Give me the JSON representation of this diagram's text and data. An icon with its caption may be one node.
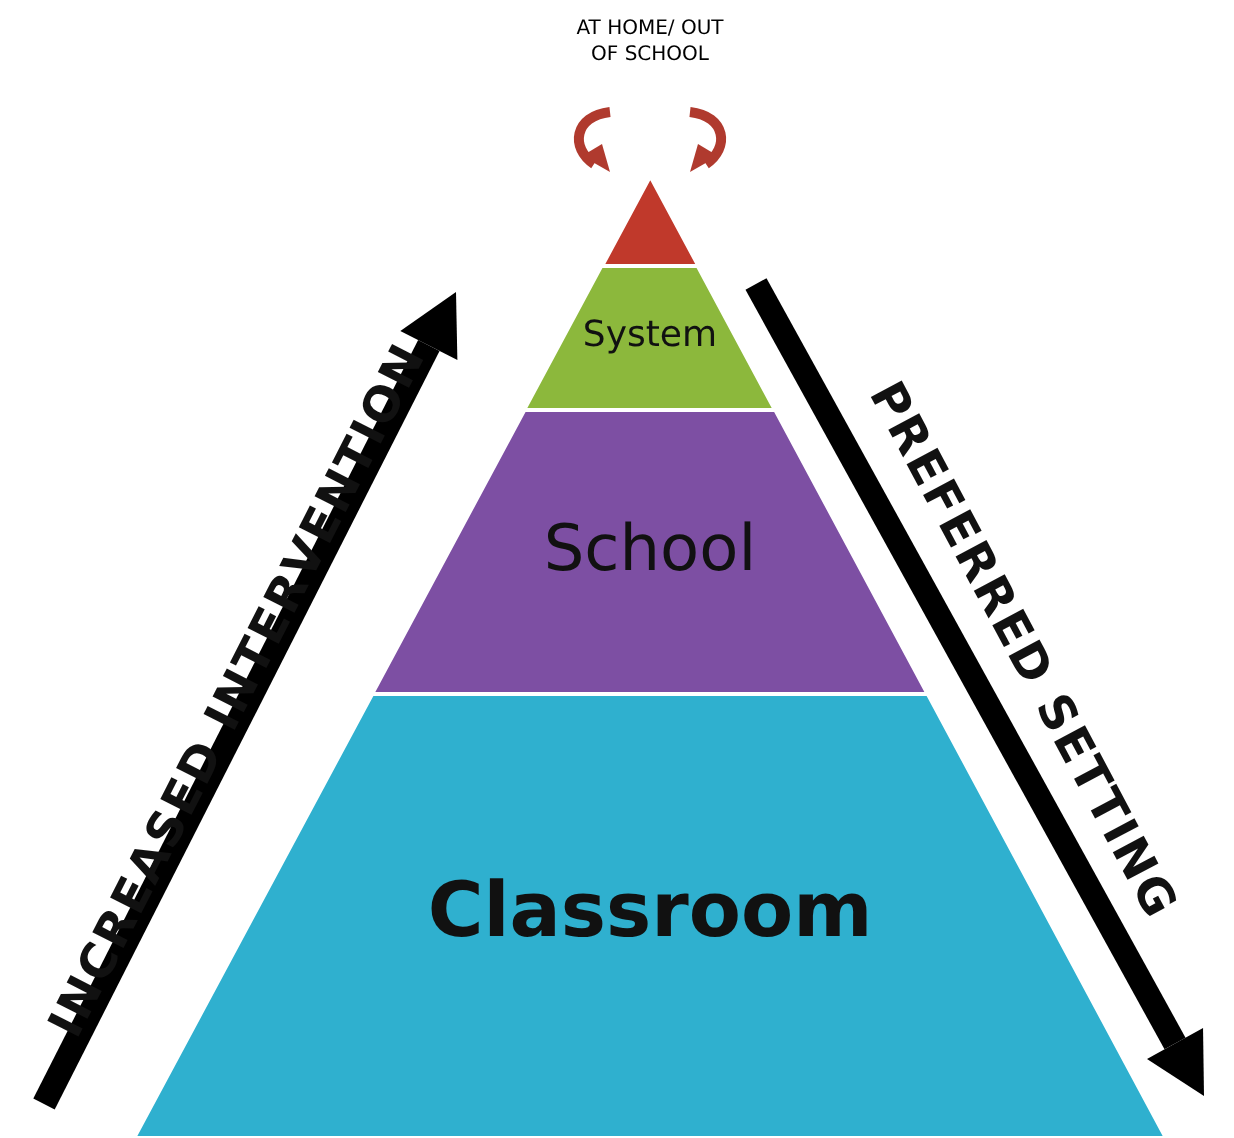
{
  "diagram": {
    "nodes": [
      {
        "text": [],
        "shape": "triangle"
      },
      {
        "text": [
          "System"
        ]
      },
      {
        "text": [
          "School"
        ]
      },
      {
        "text": [
          "Classroom"
        ]
      }
    ],
    "labels": [
      "AT HOME/ OUT OF SCHOOL",
      "INCREASED INTERVENTION",
      "PREFERRED SETTING"
    ]
  }
}
